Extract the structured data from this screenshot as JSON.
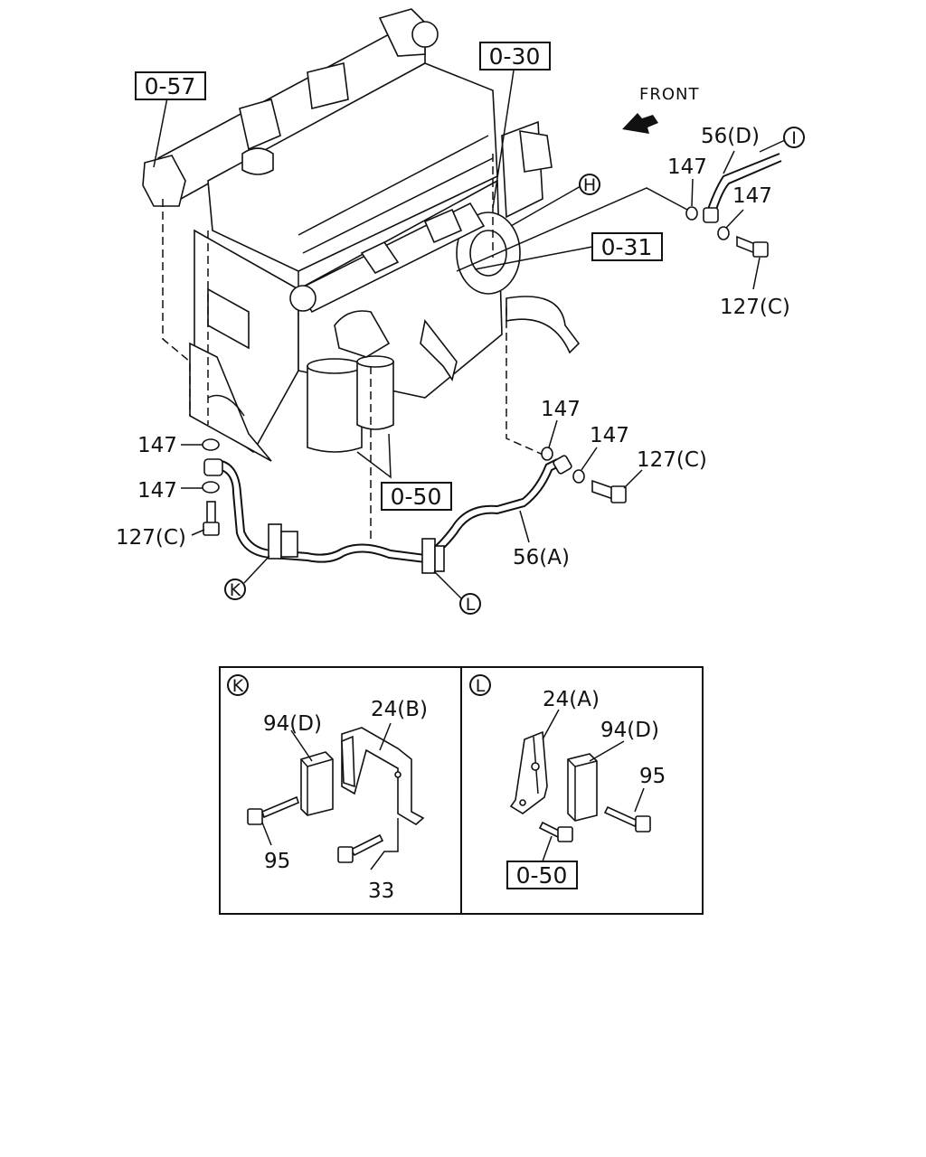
{
  "diagram": {
    "front_label": "FRONT",
    "references": {
      "r057": "0-57",
      "r030": "0-30",
      "r031": "0-31",
      "r050_main": "0-50",
      "r050_detail": "0-50"
    },
    "callouts": {
      "H": "H",
      "I": "I",
      "K": "K",
      "L": "L",
      "K_detail": "K",
      "L_detail": "L"
    },
    "parts": {
      "p56d": "56(D)",
      "p147_top_left": "147",
      "p147_top_right": "147",
      "p127c_top": "127(C)",
      "p147_mid_a": "147",
      "p147_mid_b": "147",
      "p127c_mid": "127(C)",
      "p56a": "56(A)",
      "p147_left_a": "147",
      "p147_left_b": "147",
      "p127c_left": "127(C)"
    },
    "detail_k": {
      "p94d": "94(D)",
      "p24b": "24(B)",
      "p95": "95",
      "p33": "33"
    },
    "detail_l": {
      "p24a": "24(A)",
      "p94d": "94(D)",
      "p95": "95"
    }
  }
}
